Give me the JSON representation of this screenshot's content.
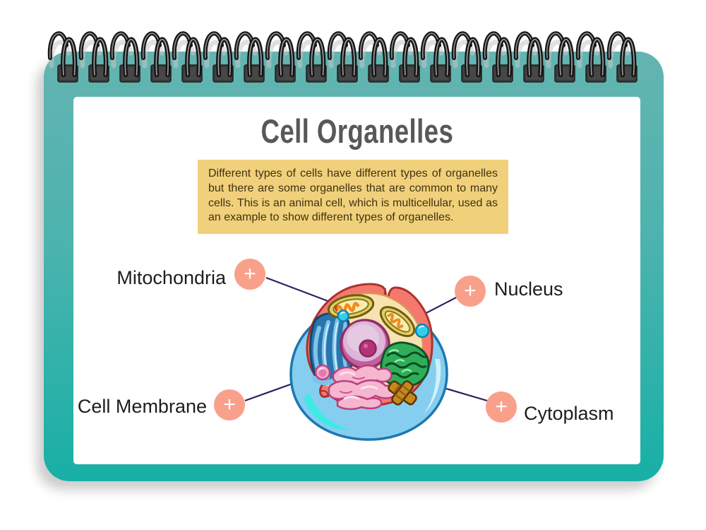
{
  "title": "Cell Organelles",
  "description": "Different types of cells have different types of organelles but there are some organelles that are common to many cells. This is an animal cell, which is multicellular, used as an example to show different types of organelles.",
  "plus_symbol": "+",
  "labels": [
    {
      "id": "mitochondria",
      "text": "Mitochondria",
      "side": "left"
    },
    {
      "id": "nucleus",
      "text": "Nucleus",
      "side": "right"
    },
    {
      "id": "cell-membrane",
      "text": "Cell Membrane",
      "side": "left"
    },
    {
      "id": "cytoplasm",
      "text": "Cytoplasm",
      "side": "right"
    }
  ],
  "colors": {
    "cover_teal_top": "#64b4b1",
    "cover_teal_bottom": "#17b0a6",
    "description_bg": "#f1d07b",
    "description_text": "#3e3312",
    "title_text": "#57585a",
    "label_text": "#1d1d1d",
    "plus_button": "#f9a08b",
    "connector_line": "#2e1f5e"
  }
}
